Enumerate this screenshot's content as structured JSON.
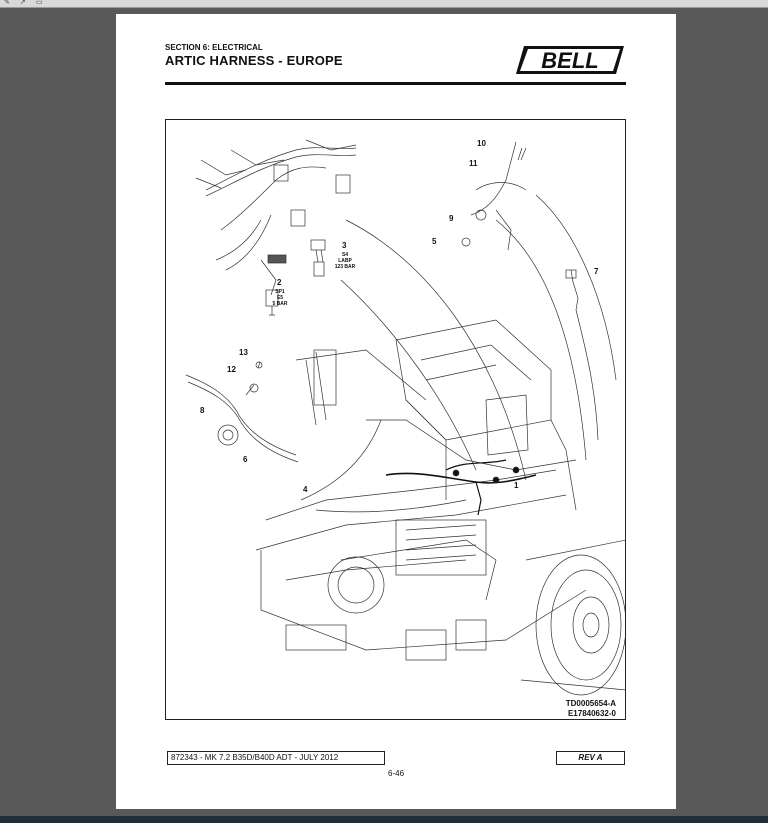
{
  "document": {
    "section": "SECTION 6: ELECTRICAL",
    "title": "ARTIC HARNESS - EUROPE",
    "logo_text": "BELL",
    "footer_text": "872343 - MK 7.2 B35D/B40D  ADT - JULY 2012",
    "revision": "REV A",
    "page_number": "6-46"
  },
  "figure": {
    "code_primary": "TD0005654-A",
    "code_secondary": "E17840632-0",
    "callouts": [
      "1",
      "2",
      "3",
      "4",
      "5",
      "6",
      "7",
      "8",
      "9",
      "10",
      "11",
      "12",
      "13"
    ],
    "sensor_2_lines": [
      "SP1",
      "E5",
      "5 BAR"
    ],
    "sensor_3_lines": [
      "S4",
      "LABP",
      "123 BAR"
    ]
  },
  "toolbar": {
    "icons": [
      "pencil-icon",
      "arrow-icon",
      "page-icon"
    ]
  }
}
